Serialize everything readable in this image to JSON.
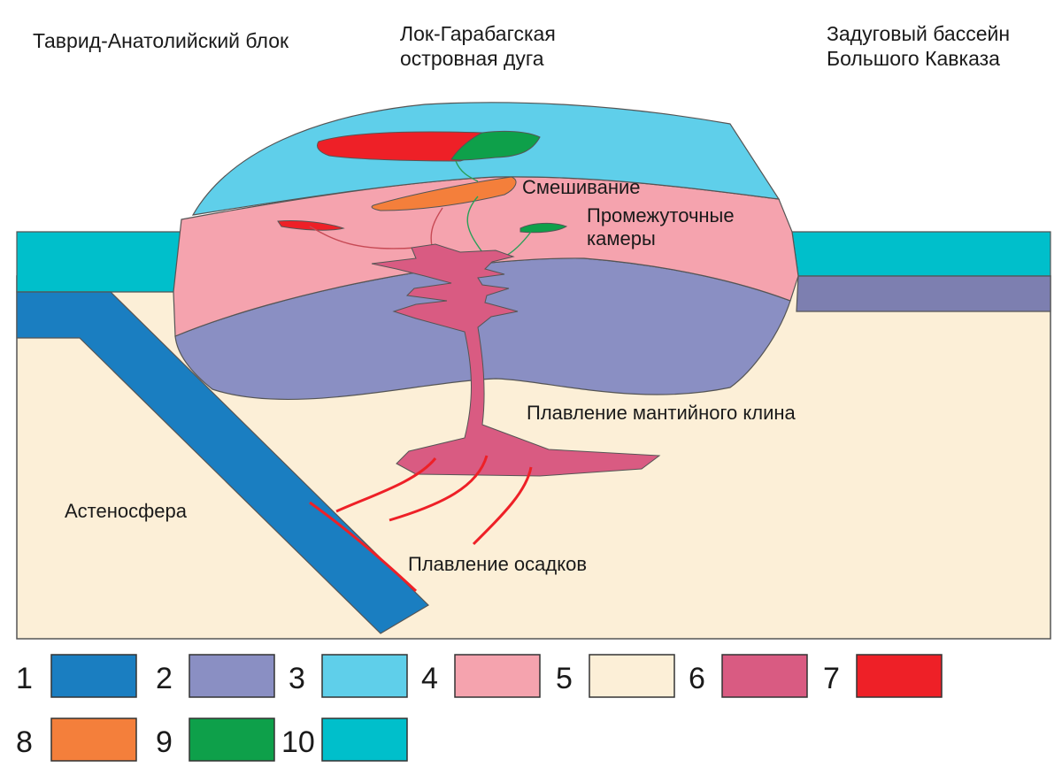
{
  "header": {
    "left": "Таврид-Анатолийский блок",
    "center_line1": "Лок-Гарабагская",
    "center_line2": "островная дуга",
    "right_line1": "Задуговый бассейн",
    "right_line2": "Большого Кавказа"
  },
  "labels": {
    "mixing": "Смешивание",
    "chambers_line1": "Промежуточные",
    "chambers_line2": "камеры",
    "mantle_melting": "Плавление мантийного клина",
    "asthenosphere": "Астеносфера",
    "sediment_melting": "Плавление осадков"
  },
  "legend": [
    {
      "num": "1",
      "color": "#1a7ec1",
      "icon": "subducting-slab-swatch"
    },
    {
      "num": "2",
      "color": "#8a8fc3",
      "icon": "lithospheric-mantle-swatch"
    },
    {
      "num": "3",
      "color": "#5fcfea",
      "icon": "upper-crust-swatch"
    },
    {
      "num": "4",
      "color": "#f5a3ae",
      "icon": "lower-crust-swatch"
    },
    {
      "num": "5",
      "color": "#fcefd7",
      "icon": "asthenosphere-swatch"
    },
    {
      "num": "6",
      "color": "#d95b82",
      "icon": "mantle-melt-swatch"
    },
    {
      "num": "7",
      "color": "#ee2027",
      "icon": "red-magma-swatch"
    },
    {
      "num": "8",
      "color": "#f47f3b",
      "icon": "orange-magma-swatch"
    },
    {
      "num": "9",
      "color": "#0ea04a",
      "icon": "green-magma-swatch"
    },
    {
      "num": "10",
      "color": "#00bfcb",
      "icon": "oceanic-crust-swatch"
    }
  ]
}
